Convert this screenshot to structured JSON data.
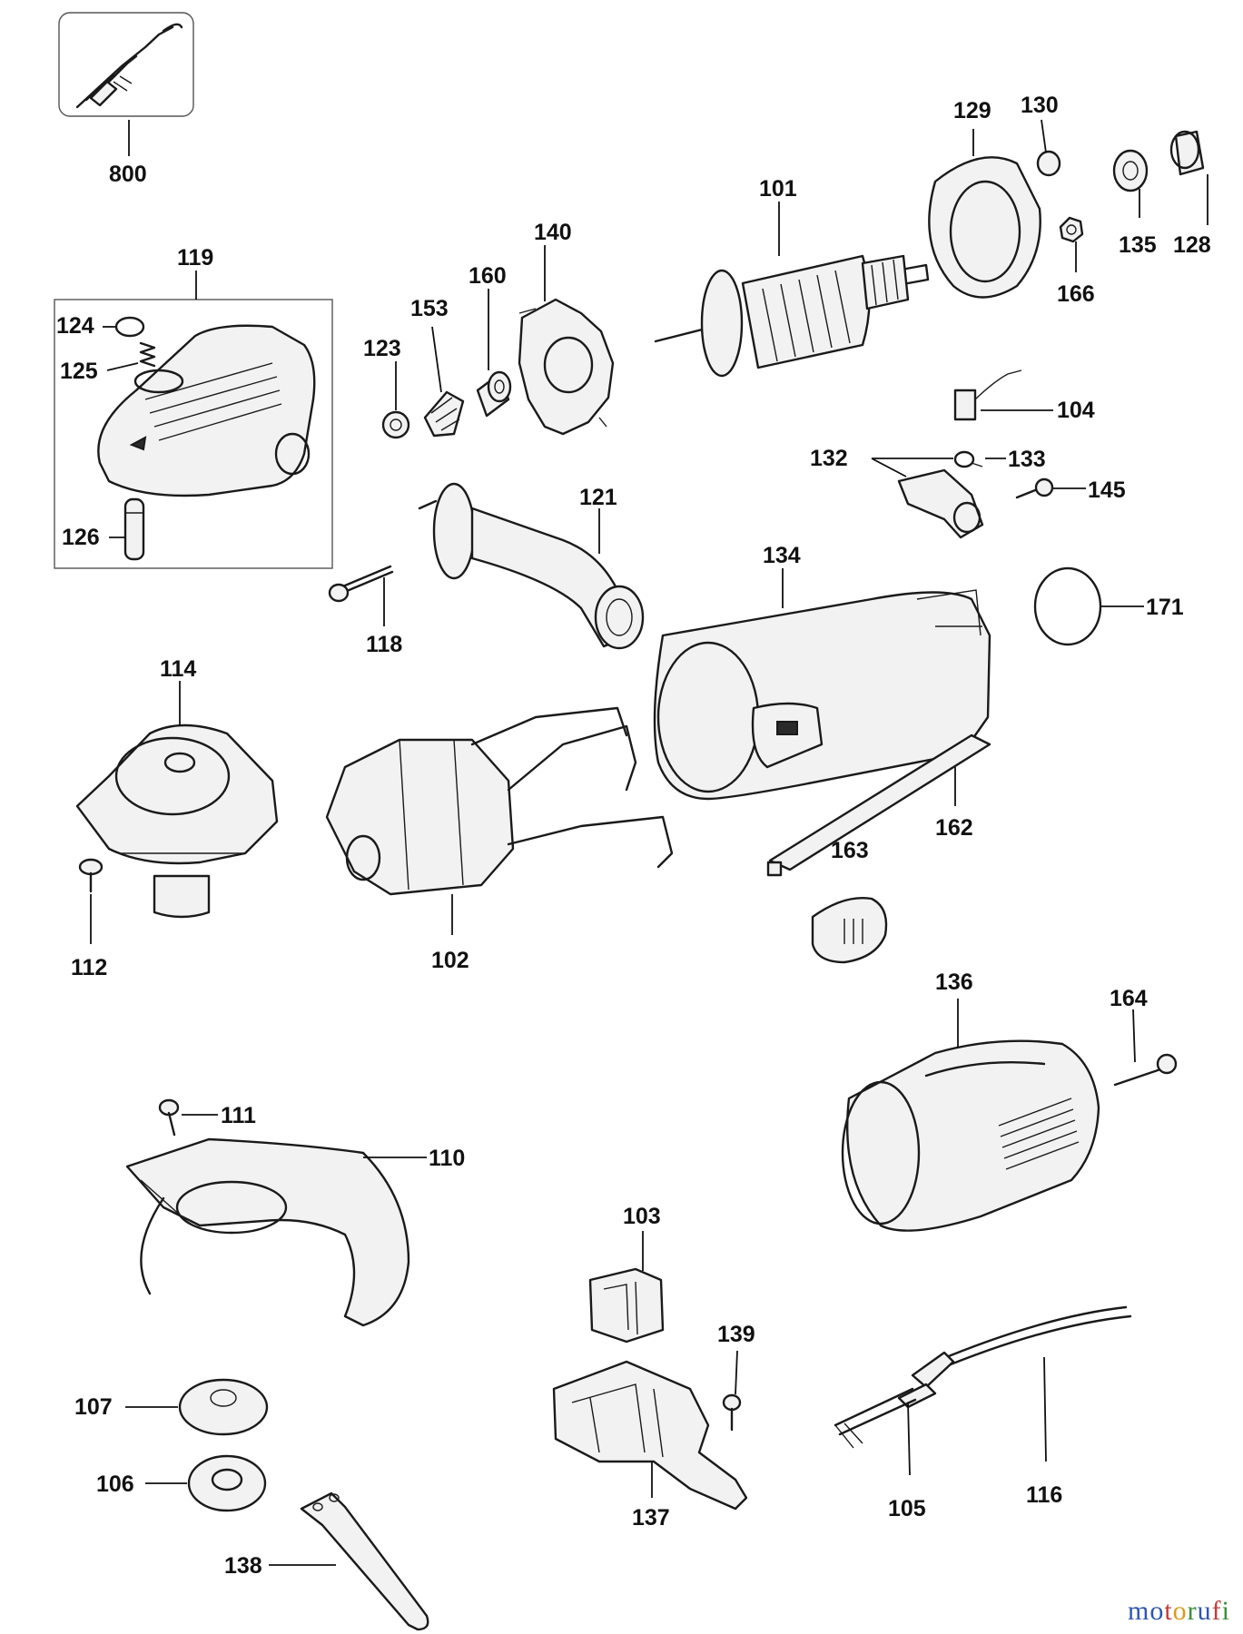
{
  "watermark": {
    "letters": [
      {
        "ch": "m",
        "color": "#2f55b3"
      },
      {
        "ch": "o",
        "color": "#2f55b3"
      },
      {
        "ch": "t",
        "color": "#c23b3b"
      },
      {
        "ch": "o",
        "color": "#d99b1c"
      },
      {
        "ch": "r",
        "color": "#3a8f3a"
      },
      {
        "ch": "u",
        "color": "#2f55b3"
      },
      {
        "ch": "f",
        "color": "#c23b3b"
      },
      {
        "ch": "i",
        "color": "#3a8f3a"
      }
    ]
  },
  "labels": {
    "p800": "800",
    "p119": "119",
    "p124": "124",
    "p125": "125",
    "p126": "126",
    "p118": "118",
    "p123": "123",
    "p153": "153",
    "p160": "160",
    "p140": "140",
    "p101": "101",
    "p129": "129",
    "p130": "130",
    "p135": "135",
    "p128": "128",
    "p166": "166",
    "p104": "104",
    "p132": "132",
    "p133": "133",
    "p145": "145",
    "p121": "121",
    "p134": "134",
    "p171": "171",
    "p114": "114",
    "p112": "112",
    "p102": "102",
    "p162": "162",
    "p163": "163",
    "p136": "136",
    "p164": "164",
    "p111": "111",
    "p110": "110",
    "p103": "103",
    "p139": "139",
    "p107": "107",
    "p106": "106",
    "p137": "137",
    "p138": "138",
    "p105": "105",
    "p116": "116"
  }
}
